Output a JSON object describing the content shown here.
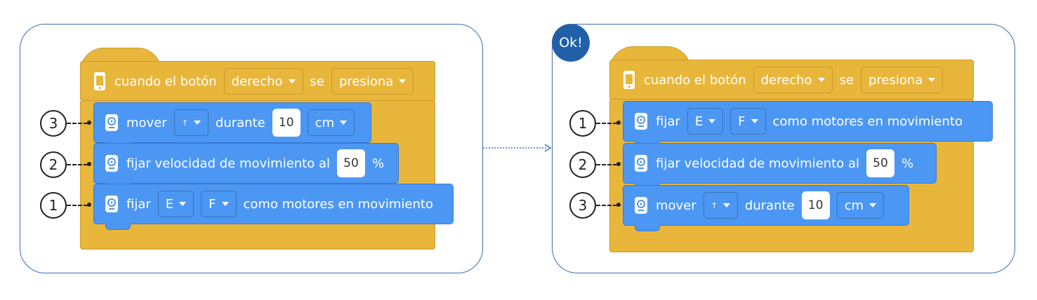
{
  "badge": "Ok!",
  "event_block": {
    "prefix": "cuando el botón",
    "button": "derecho",
    "mid": "se",
    "action": "presiona"
  },
  "blocks": {
    "move": {
      "label": "mover",
      "dir": "↑",
      "during": "durante",
      "value": "10",
      "unit": "cm"
    },
    "speed": {
      "label": "fijar velocidad de movimiento al",
      "value": "50",
      "unit": "%"
    },
    "motors": {
      "label": "fijar",
      "m1": "E",
      "m2": "F",
      "suffix": "como motores en movimiento"
    }
  },
  "callouts": {
    "left": [
      "3",
      "2",
      "1"
    ],
    "right": [
      "1",
      "2",
      "3"
    ]
  },
  "colors": {
    "event": "#e9b63c",
    "motion": "#4c97f3",
    "frame": "#3a6fb0",
    "badge": "#2160a8"
  }
}
